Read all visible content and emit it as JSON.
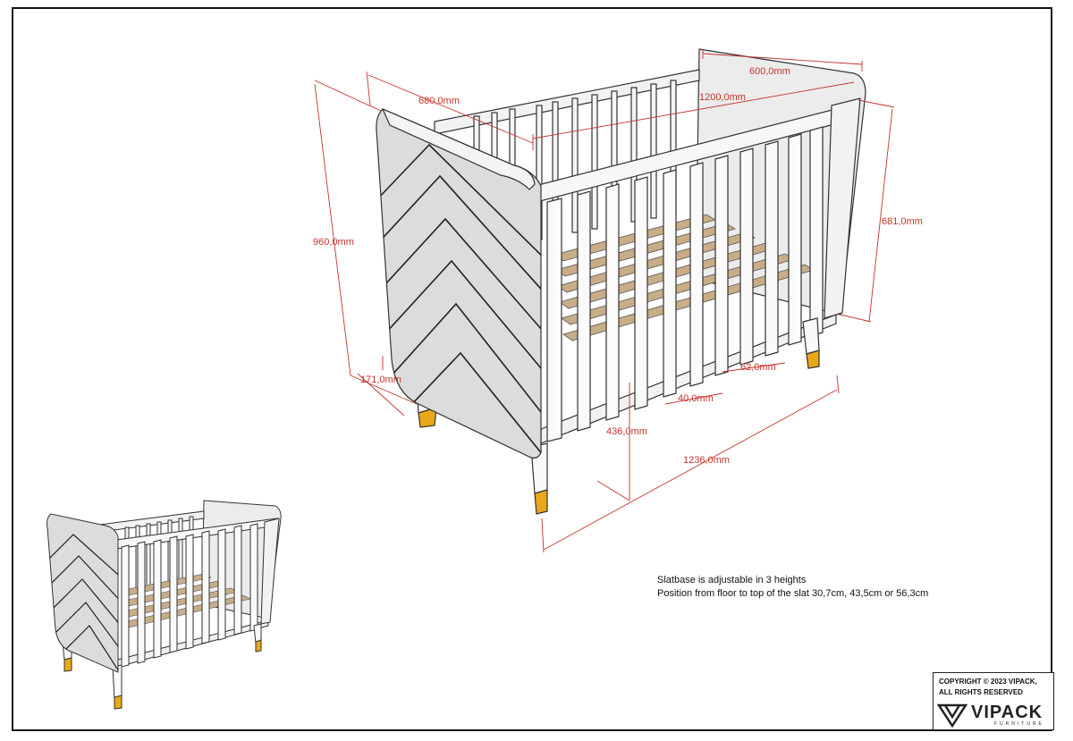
{
  "dimensions": {
    "width_600": "600,0mm",
    "depth_680": "680,0mm",
    "length_1200": "1200,0mm",
    "height_960": "960,0mm",
    "height_681": "681,0mm",
    "height_171": "171,0mm",
    "spacing_62": "62,0mm",
    "spacing_40": "40,0mm",
    "height_436": "436,0mm",
    "length_1236": "1236,0mm"
  },
  "notes": {
    "line1": "Slatbase is adjustable in 3 heights",
    "line2": "Position from floor to top of the slat 30,7cm, 43,5cm or 56,3cm"
  },
  "copyright": {
    "line1": "COPYRIGHT  © 2023 VIPACK,",
    "line2": "ALL RIGHTS RESERVED"
  },
  "brand": {
    "name": "VIPACK",
    "subtitle": "FURNITURE"
  },
  "colors": {
    "dimension_red": "#c8322b",
    "wood": "#c8ad87",
    "leg_gold": "#e8a818",
    "outline": "#222222"
  }
}
